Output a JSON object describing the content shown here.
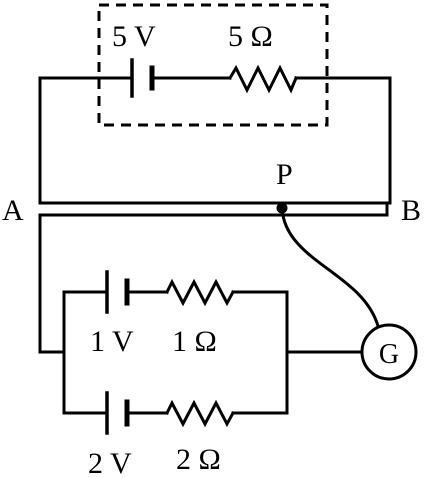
{
  "labels": {
    "top_battery": "5 V",
    "top_resistor": "5 Ω",
    "point_a": "A",
    "point_b": "B",
    "point_p": "P",
    "upper_battery": "1 V",
    "upper_resistor": "1 Ω",
    "lower_battery": "2 V",
    "lower_resistor": "2 Ω",
    "galvanometer": "G"
  },
  "colors": {
    "ink": "#000000",
    "background": "#ffffff"
  }
}
